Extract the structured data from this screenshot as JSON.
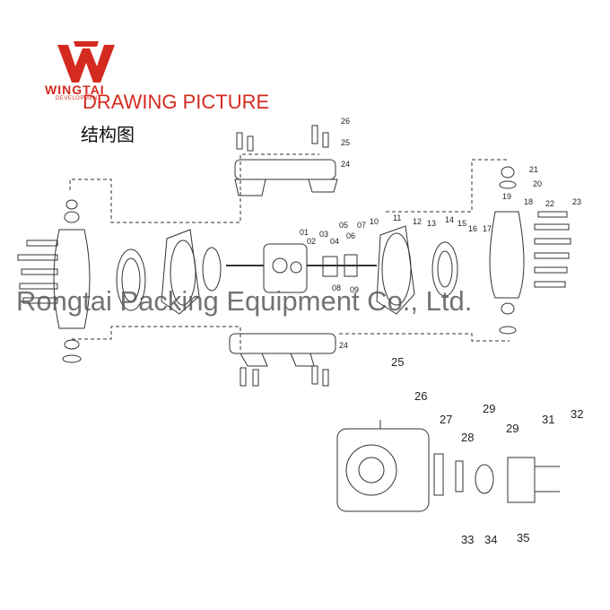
{
  "logo": {
    "brand": "WINGTAI",
    "sub": "DEVELOPMENT",
    "color": "#d42a1f"
  },
  "title_en": "DRAWING PICTURE",
  "title_zh": "结构图",
  "watermark": "Rongtai Packing Equipment Co., Ltd.",
  "parts_main": [
    "01",
    "02",
    "03",
    "04",
    "05",
    "06",
    "07",
    "08",
    "09",
    "10",
    "11",
    "12",
    "13",
    "14",
    "15",
    "16",
    "17",
    "18",
    "19",
    "20",
    "21",
    "22",
    "23",
    "24",
    "24",
    "25",
    "26"
  ],
  "parts_detail": [
    "25",
    "26",
    "27",
    "28",
    "29",
    "29",
    "31",
    "32",
    "33",
    "34",
    "35"
  ],
  "colors": {
    "line": "#333333",
    "accent": "#d42a1f",
    "watermark": "#555555"
  }
}
